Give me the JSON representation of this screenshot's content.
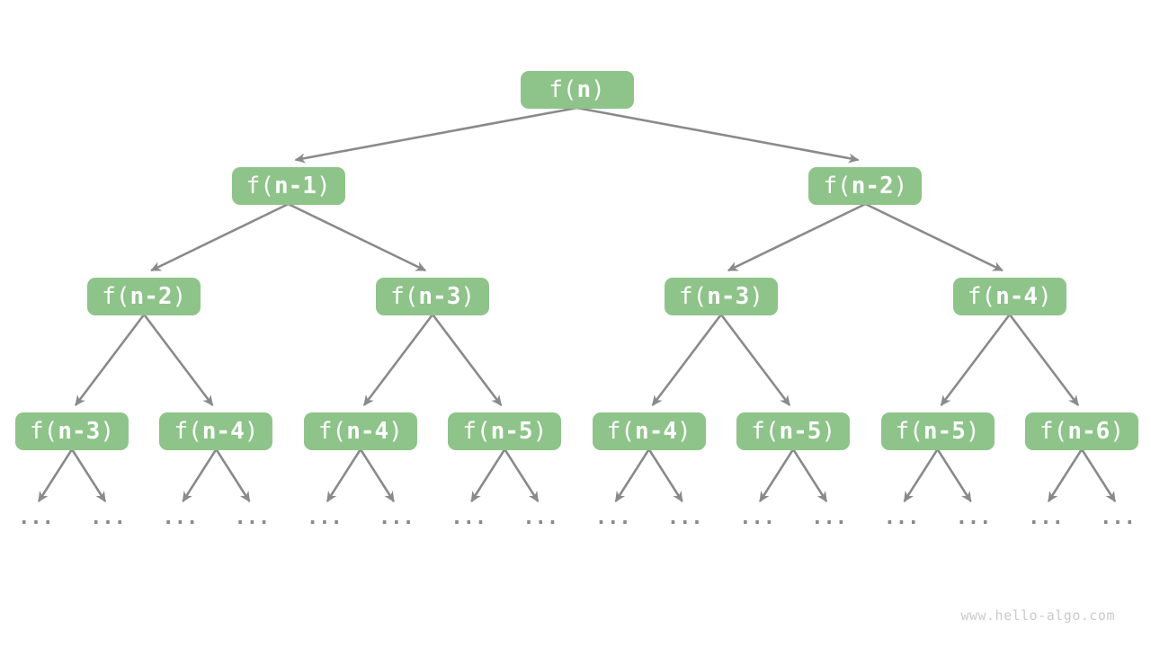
{
  "colors": {
    "background": "#FFFFFF",
    "node_fill": "#8EC48A",
    "node_text": "#FFFFFF",
    "arrow": "#8A8A8A",
    "watermark": "#CACACA"
  },
  "tree": {
    "label_prefix": "f(",
    "label_suffix": ")",
    "levels": [
      {
        "args": [
          "n"
        ]
      },
      {
        "args": [
          "n-1",
          "n-2"
        ]
      },
      {
        "args": [
          "n-2",
          "n-3",
          "n-3",
          "n-4"
        ]
      },
      {
        "args": [
          "n-3",
          "n-4",
          "n-4",
          "n-5",
          "n-4",
          "n-5",
          "n-5",
          "n-6"
        ]
      }
    ],
    "leaf_ellipsis": "..."
  },
  "watermark": {
    "text": "www.hello-algo.com"
  }
}
